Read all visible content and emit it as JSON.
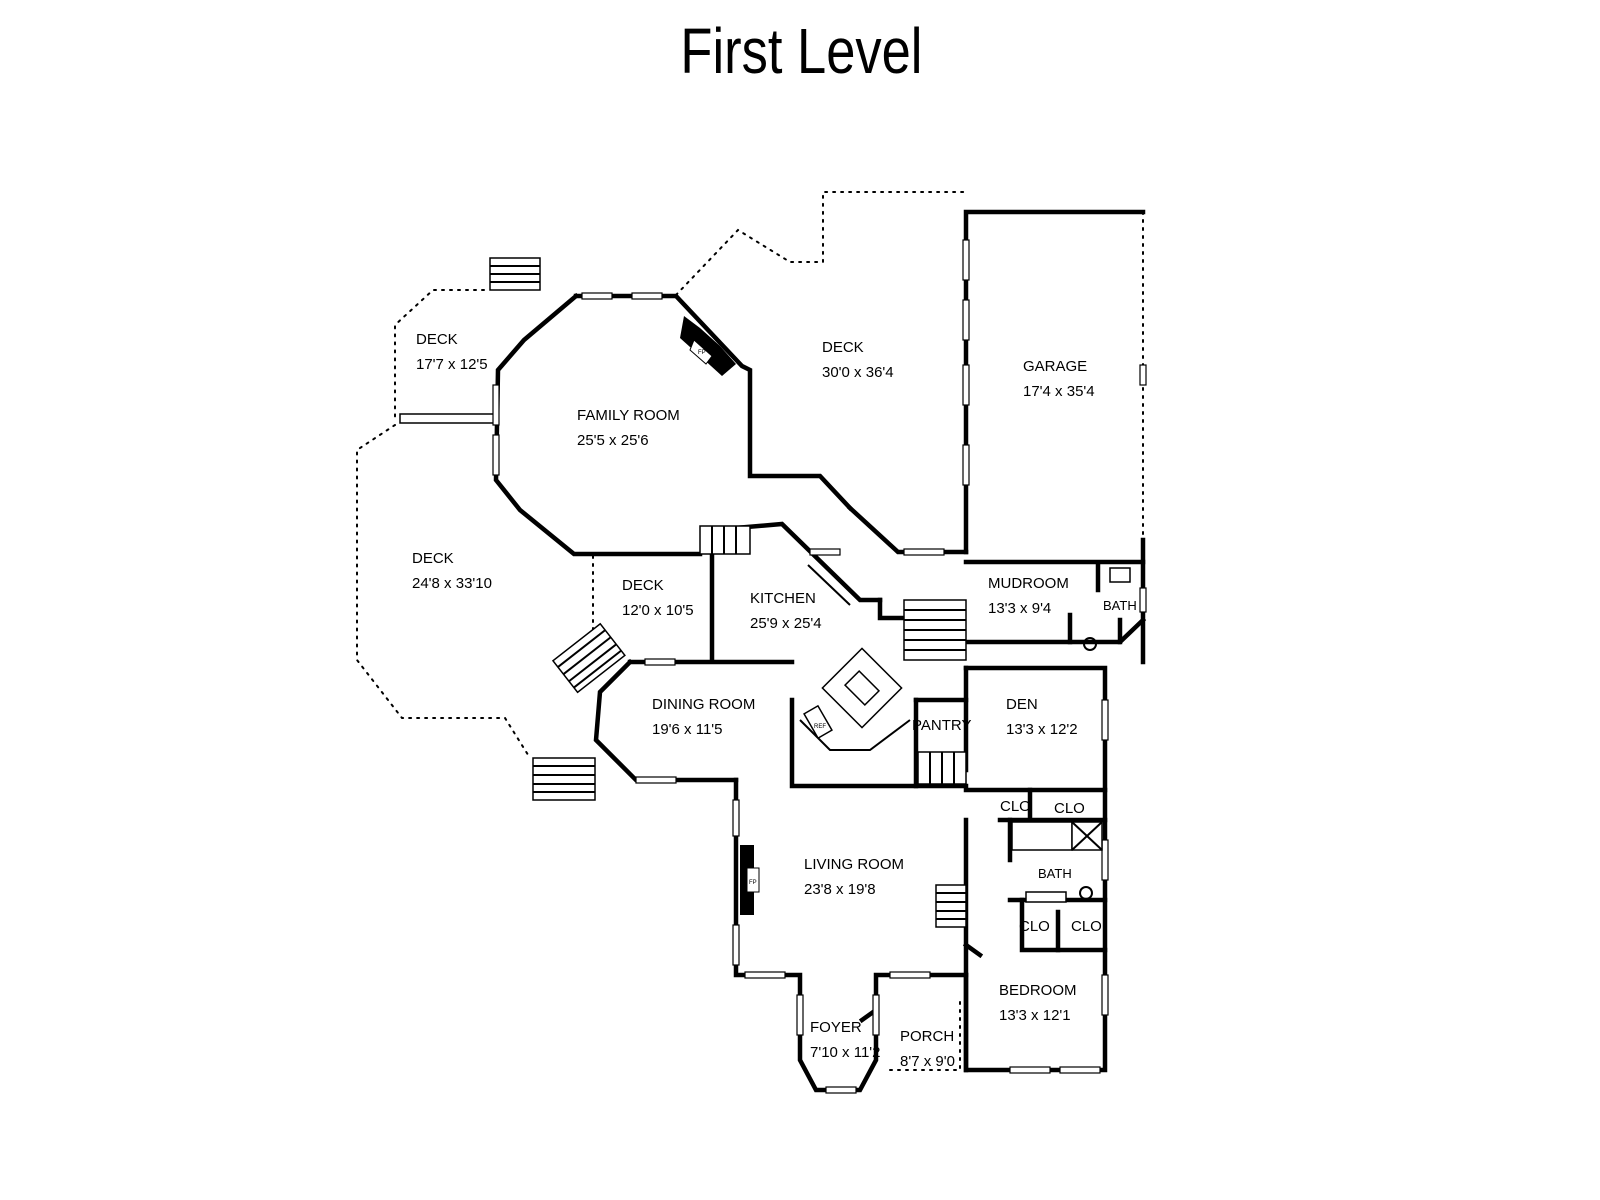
{
  "title": "First Level",
  "rooms": [
    {
      "name": "DECK",
      "dims": "17'7 x 12'5"
    },
    {
      "name": "FAMILY ROOM",
      "dims": "25'5 x 25'6"
    },
    {
      "name": "DECK",
      "dims": "30'0 x 36'4"
    },
    {
      "name": "GARAGE",
      "dims": "17'4 x 35'4"
    },
    {
      "name": "DECK",
      "dims": "24'8 x 33'10"
    },
    {
      "name": "DECK",
      "dims": "12'0 x 10'5"
    },
    {
      "name": "KITCHEN",
      "dims": "25'9 x 25'4"
    },
    {
      "name": "MUDROOM",
      "dims": "13'3 x 9'4"
    },
    {
      "name": "DINING ROOM",
      "dims": "19'6 x 11'5"
    },
    {
      "name": "DEN",
      "dims": "13'3 x 12'2"
    },
    {
      "name": "LIVING ROOM",
      "dims": "23'8 x 19'8"
    },
    {
      "name": "BEDROOM",
      "dims": "13'3 x 12'1"
    },
    {
      "name": "FOYER",
      "dims": "7'10 x 11'2"
    },
    {
      "name": "PORCH",
      "dims": "8'7 x 9'0"
    }
  ],
  "fixtures": {
    "pantry": "PANTRY",
    "bath_upper": "BATH",
    "bath_lower": "BATH",
    "clo1": "CLO",
    "clo2": "CLO",
    "clo3": "CLO",
    "clo4": "CLO",
    "fp1": "FP",
    "fp2": "FP",
    "ref": "REF"
  }
}
